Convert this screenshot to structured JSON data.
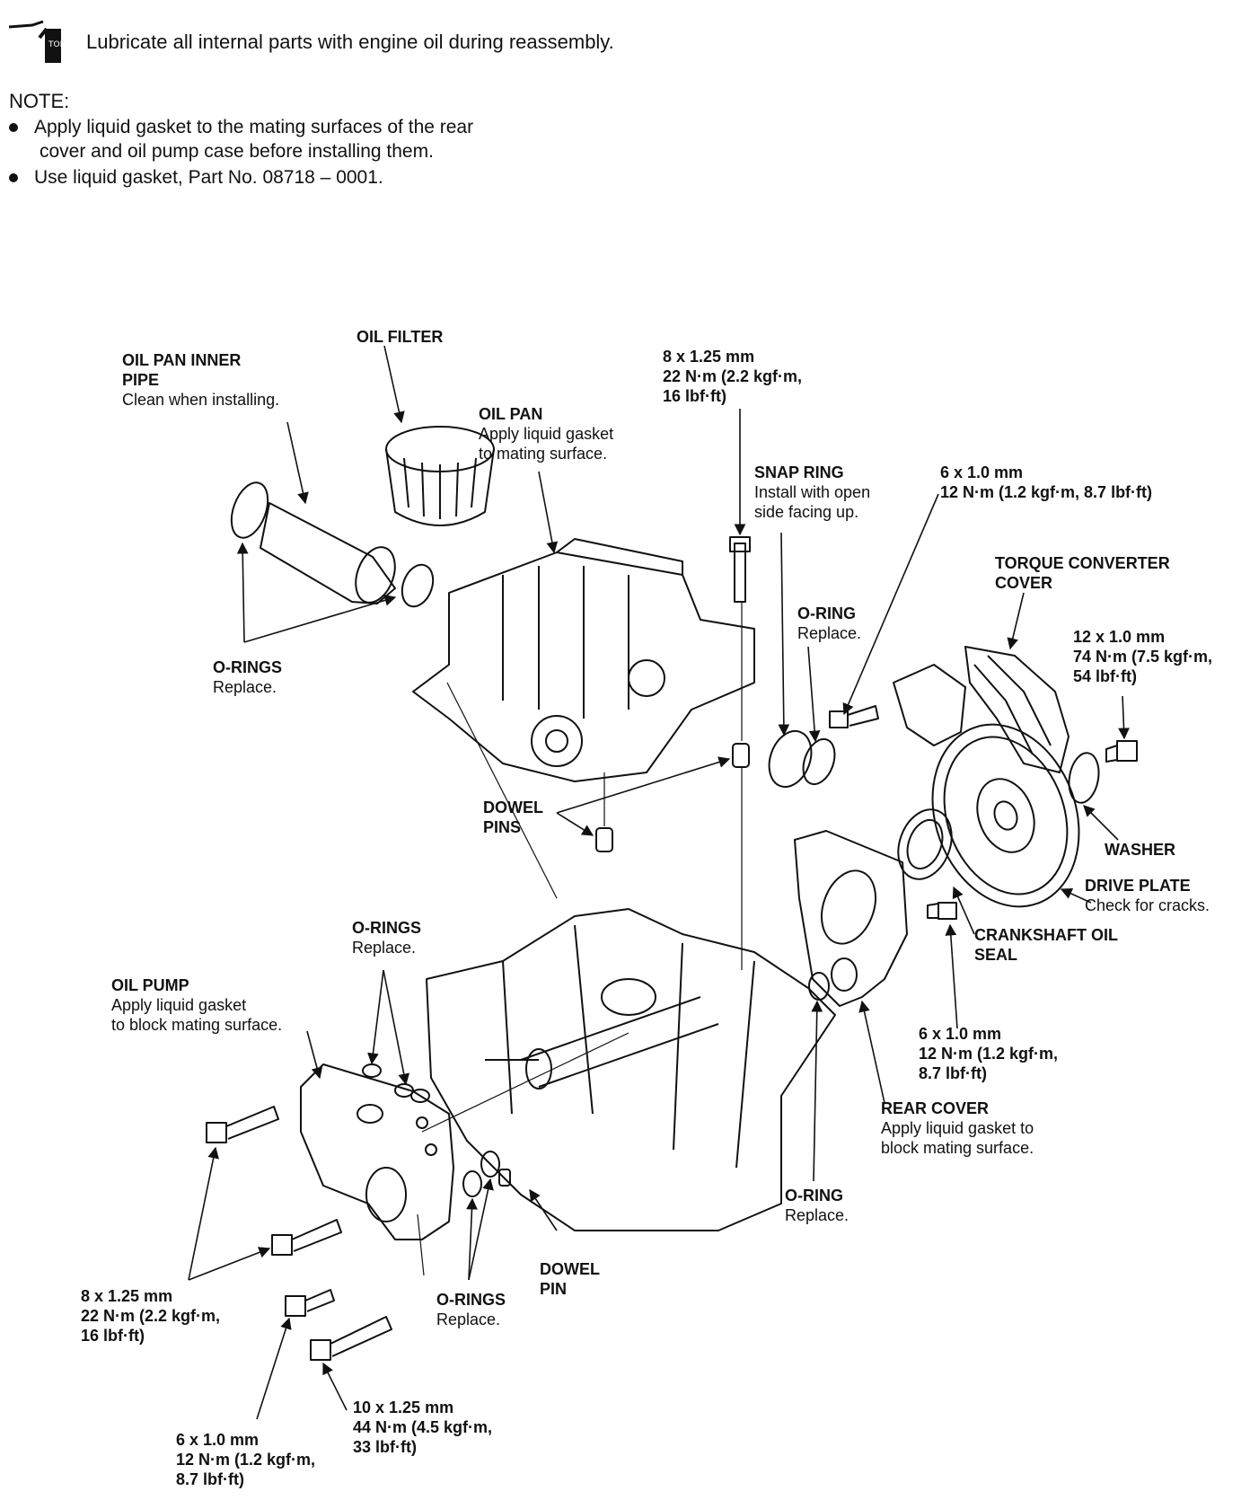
{
  "header": {
    "top_note": "Lubricate all internal parts with engine oil during reassembly.",
    "note_label": "NOTE:",
    "bullets": [
      {
        "line1": "Apply liquid gasket to the mating surfaces of the rear",
        "line2": "cover and oil pump case before installing them."
      },
      {
        "line1": "Use liquid gasket, Part No. 08718 – 0001.",
        "line2": ""
      }
    ]
  },
  "labels": {
    "oil_pan_inner_pipe": {
      "l1": "OIL PAN INNER",
      "l2": "PIPE",
      "l3": "Clean when installing."
    },
    "oil_filter": {
      "l1": "OIL FILTER"
    },
    "oil_pan": {
      "l1": "OIL PAN",
      "l2": "Apply liquid gasket",
      "l3": "to mating surface."
    },
    "bolt_top": {
      "l1": "8 x 1.25 mm",
      "l2": "22 N·m (2.2 kgf·m,",
      "l3": "16 lbf·ft)"
    },
    "snap_ring": {
      "l1": "SNAP RING",
      "l2": "Install with open",
      "l3": "side facing up."
    },
    "bolt_6_top": {
      "l1": "6 x 1.0 mm",
      "l2": "12 N·m (1.2 kgf·m, 8.7 lbf·ft)"
    },
    "torque_converter_cover": {
      "l1": "TORQUE CONVERTER",
      "l2": "COVER"
    },
    "bolt_12": {
      "l1": "12 x 1.0 mm",
      "l2": "74 N·m (7.5 kgf·m,",
      "l3": "54 lbf·ft)"
    },
    "o_ring_top": {
      "l1": "O-RING",
      "l2": "Replace."
    },
    "o_rings_left": {
      "l1": "O-RINGS",
      "l2": "Replace."
    },
    "dowel_pins": {
      "l1": "DOWEL",
      "l2": "PINS"
    },
    "washer": {
      "l1": "WASHER"
    },
    "drive_plate": {
      "l1": "DRIVE PLATE",
      "l2": "Check for cracks."
    },
    "o_rings_mid": {
      "l1": "O-RINGS",
      "l2": "Replace."
    },
    "crankshaft_oil_seal": {
      "l1": "CRANKSHAFT OIL",
      "l2": "SEAL"
    },
    "oil_pump": {
      "l1": "OIL PUMP",
      "l2": "Apply liquid gasket",
      "l3": "to block mating surface."
    },
    "bolt_6_mid": {
      "l1": "6 x 1.0 mm",
      "l2": "12 N·m (1.2 kgf·m,",
      "l3": "8.7 lbf·ft)"
    },
    "rear_cover": {
      "l1": "REAR COVER",
      "l2": "Apply liquid gasket to",
      "l3": "block mating surface."
    },
    "o_ring_bottom": {
      "l1": "O-RING",
      "l2": "Replace."
    },
    "dowel_pin": {
      "l1": "DOWEL",
      "l2": "PIN"
    },
    "o_rings_bottom": {
      "l1": "O-RINGS",
      "l2": "Replace."
    },
    "bolt_8_bottom": {
      "l1": "8 x 1.25 mm",
      "l2": "22 N·m (2.2 kgf·m,",
      "l3": "16 lbf·ft)"
    },
    "bolt_10": {
      "l1": "10 x 1.25 mm",
      "l2": "44 N·m (4.5 kgf·m,",
      "l3": "33 lbf·ft)"
    },
    "bolt_6_bottom": {
      "l1": "6 x 1.0 mm",
      "l2": "12 N·m (1.2 kgf·m,",
      "l3": "8.7 lbf·ft)"
    }
  }
}
